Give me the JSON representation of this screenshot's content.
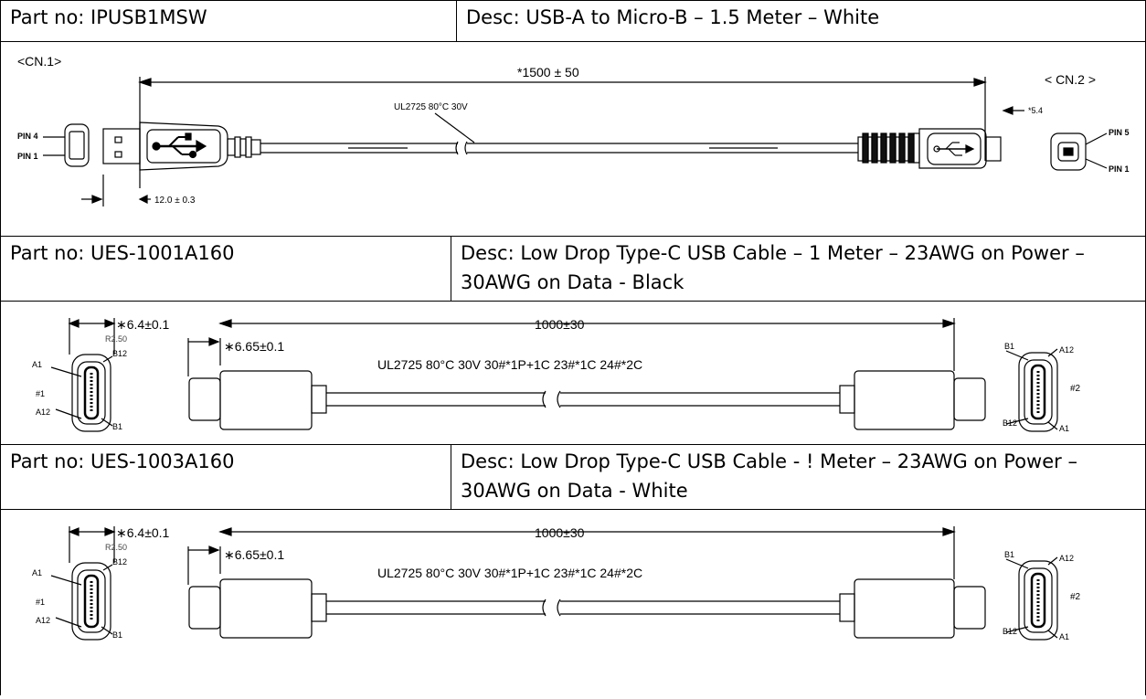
{
  "rows": [
    {
      "part": "Part no: IPUSB1MSW",
      "desc": "Desc: USB-A to Micro-B – 1.5 Meter – White",
      "drawing": {
        "cn1": "<CN.1>",
        "cn2": "< CN.2 >",
        "length": "*1500  ± 50",
        "cable_spec": "UL2725 80°C 30V",
        "pin4": "PIN 4",
        "pin1_left": "PIN 1",
        "pin5": "PIN 5",
        "pin1_right": "PIN 1",
        "plug_len": "12.0  ± 0.3",
        "micro_dim": "*5.4"
      }
    },
    {
      "part": "Part no: UES-1001A160",
      "desc": "Desc: Low Drop Type-C USB Cable – 1 Meter – 23AWG on Power – 30AWG on Data - Black",
      "drawing": {
        "face_width": "∗6.4±0.1",
        "radius": "R2.50",
        "a1": "A1",
        "b12": "B12",
        "hash1": "#1",
        "a12": "A12",
        "b1": "B1",
        "plug_width": "∗6.65±0.1",
        "length": "1000±30",
        "cable_spec": "UL2725  80°C  30V  30#*1P+1C  23#*1C  24#*2C",
        "r_b1": "B1",
        "r_a12": "A12",
        "hash2": "#2",
        "r_b12": "B12",
        "r_a1": "A1"
      }
    },
    {
      "part": "Part no: UES-1003A160",
      "desc": "Desc: Low Drop Type-C USB Cable - ! Meter – 23AWG on Power – 30AWG on Data - White",
      "drawing": {
        "face_width": "∗6.4±0.1",
        "radius": "R2.50",
        "a1": "A1",
        "b12": "B12",
        "hash1": "#1",
        "a12": "A12",
        "b1": "B1",
        "plug_width": "∗6.65±0.1",
        "length": "1000±30",
        "cable_spec": "UL2725  80°C  30V  30#*1P+1C  23#*1C  24#*2C",
        "r_b1": "B1",
        "r_a12": "A12",
        "hash2": "#2",
        "r_b12": "B12",
        "r_a1": "A1"
      }
    }
  ]
}
